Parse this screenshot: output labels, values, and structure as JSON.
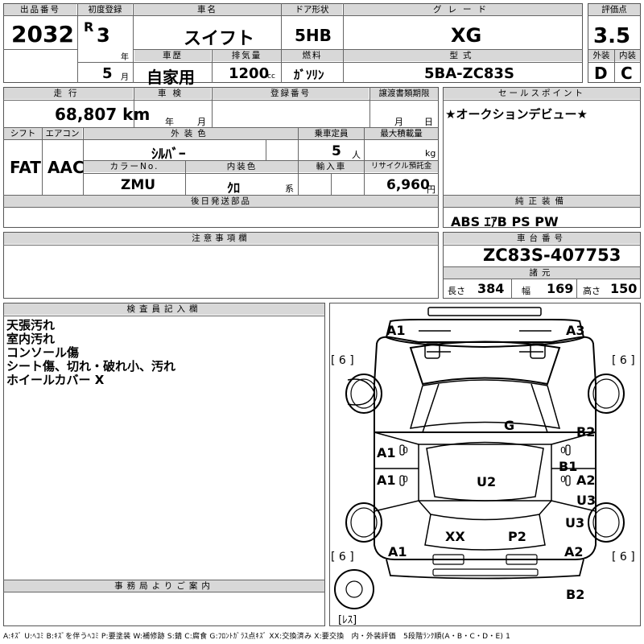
{
  "lot": {
    "label": "出品番号",
    "value": "2032"
  },
  "first_reg": {
    "label": "初度登録",
    "era": "R",
    "year": "3",
    "year_unit": "年",
    "month": "5",
    "month_unit": "月"
  },
  "car_name": {
    "label": "車名",
    "value": "スイフト"
  },
  "door": {
    "label": "ドア形状",
    "value": "5HB"
  },
  "grade": {
    "label": "グレード",
    "value": "XG"
  },
  "score": {
    "label": "評価点",
    "value": "3.5",
    "ext_label": "外装",
    "int_label": "内装",
    "ext": "D",
    "int": "C"
  },
  "history": {
    "label": "車歴",
    "value": "自家用"
  },
  "displacement": {
    "label": "排気量",
    "value": "1200",
    "unit": "cc"
  },
  "fuel": {
    "label": "燃料",
    "value": "ｶﾞｿﾘﾝ"
  },
  "model_code": {
    "label": "型式",
    "value": "5BA-ZC83S"
  },
  "mileage": {
    "label": "走行",
    "value": "68,807 km"
  },
  "inspection": {
    "label": "車検",
    "year_unit": "年",
    "month_unit": "月"
  },
  "reg_no": {
    "label": "登録番号"
  },
  "transfer_doc": {
    "label": "譲渡書類期限",
    "month_unit": "月",
    "day_unit": "日"
  },
  "sales_point": {
    "label": "セールスポイント",
    "text": "★オークションデビュー★"
  },
  "shift": {
    "label": "シフト",
    "value": "FAT"
  },
  "aircon": {
    "label": "エアコン",
    "value": "AAC"
  },
  "exterior_color": {
    "label": "外装色",
    "value": "ｼﾙﾊﾞｰ"
  },
  "capacity": {
    "label": "乗車定員",
    "value": "5",
    "unit": "人"
  },
  "max_load": {
    "label": "最大積載量",
    "unit": "kg"
  },
  "color_no": {
    "label": "カラーNo.",
    "value": "ZMU"
  },
  "interior_color": {
    "label": "内装色",
    "value": "ｸﾛ",
    "unit": "系"
  },
  "import": {
    "label": "輸入車"
  },
  "recycle": {
    "label": "リサイクル預託金",
    "value": "6,960",
    "unit": "円"
  },
  "later_parts": {
    "label": "後日発送部品"
  },
  "equipment": {
    "label": "純正装備",
    "value": "ABS ｴｱB PS PW"
  },
  "notes": {
    "label": "注意事項欄"
  },
  "chassis": {
    "label": "車台番号",
    "value": "ZC83S-407753"
  },
  "dims": {
    "label": "諸元",
    "length_label": "長さ",
    "length": "384",
    "width_label": "幅",
    "width": "169",
    "height_label": "高さ",
    "height": "150"
  },
  "inspector": {
    "label": "検査員記入欄",
    "lines": [
      "天張汚れ",
      "室内汚れ",
      "コンソール傷",
      "シート傷、切れ・破れ小、汚れ",
      "ホイールカバー X"
    ]
  },
  "office": {
    "label": "事務局よりご案内"
  },
  "diagram": {
    "labels": {
      "fl_bumper": "A1",
      "fr_bumper": "A3",
      "tire_fl": "[ 6 ]",
      "tire_fr": "[ 6 ]",
      "tire_rl": "[ 6 ]",
      "tire_rr": "[ 6 ]",
      "roof": "G",
      "r_front_door": "B2",
      "l_front_door": "A1",
      "r_pillar": "B1",
      "l_rear_door": "A1",
      "r_rear_door": "A2",
      "roof_center": "U2",
      "r_rear_door2": "U3",
      "r_quarter": "U3",
      "trunk_l": "XX",
      "trunk_r": "P2",
      "rear_l": "A1",
      "rear_r": "A2",
      "rear_bumper": "B2",
      "no_spare": "[ﾚｽ]",
      "mark_0a": "0",
      "mark_0b": "0",
      "mark_0c": "0",
      "mark_0d": "0"
    }
  },
  "legend": "A:ｷｽﾞ U:ﾍｺﾐ B:ｷｽﾞを伴うﾍｺﾐ P:要塗装 W:補修跡 S:錆 C:腐食 G:ﾌﾛﾝﾄｶﾞﾗｽ点ｷｽﾞ XX:交換済み X:要交換　内・外装評価　5段階ﾗﾝｸ順(A・B・C・D・E) 1"
}
